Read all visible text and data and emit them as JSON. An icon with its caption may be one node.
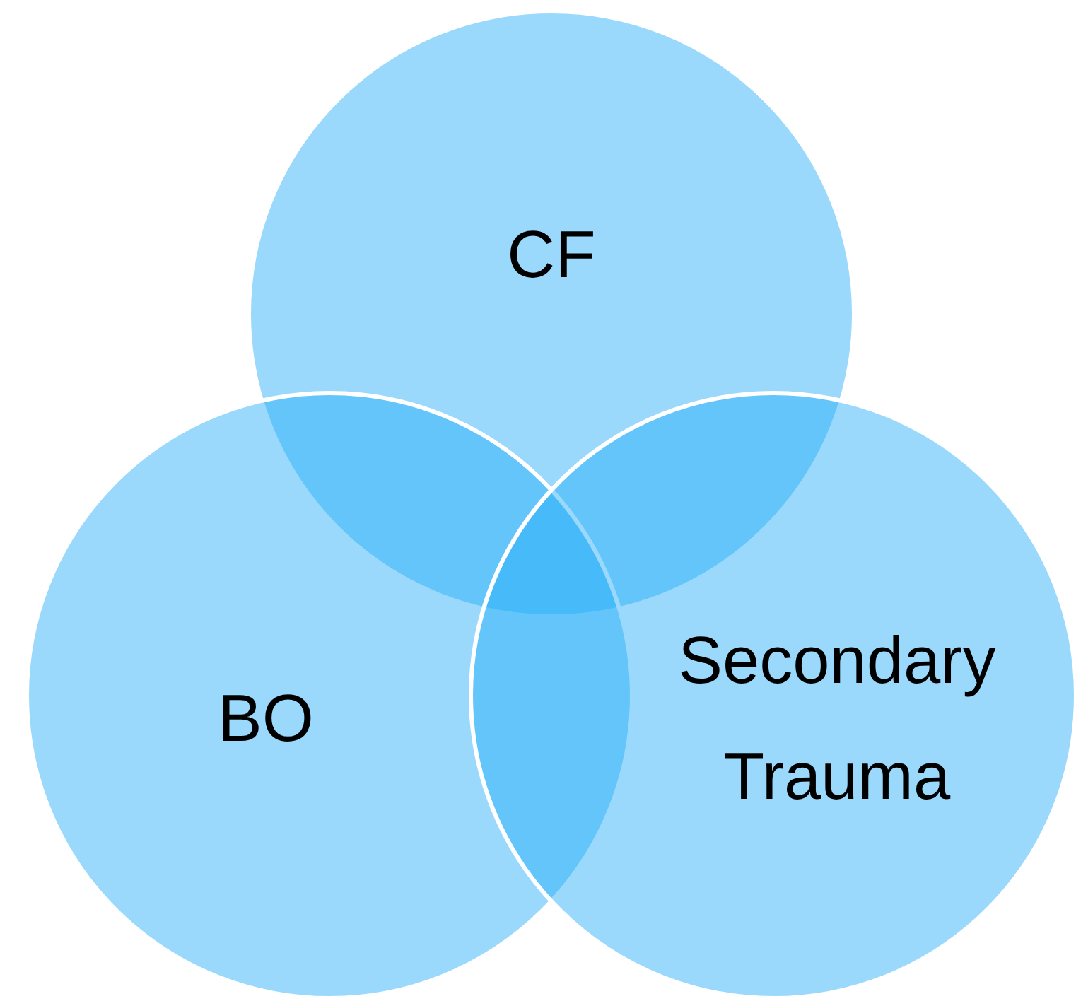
{
  "diagram": {
    "nodes": [
      {
        "text": [
          "CF"
        ]
      },
      {
        "text": [
          "BO"
        ]
      },
      {
        "text": [
          "Secondary Trauma"
        ]
      }
    ]
  }
}
